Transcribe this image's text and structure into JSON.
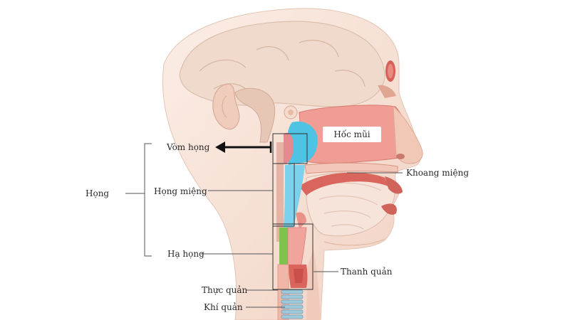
{
  "labels": {
    "pharynx": "Họng",
    "nasopharynx": "Vòm họng",
    "oropharynx": "Họng miệng",
    "hypopharynx": "Hạ họng",
    "nasal_cavity": "Hốc mũi",
    "oral_cavity": "Khoang miệng",
    "larynx": "Thanh quản",
    "esophagus": "Thực quản",
    "trachea": "Khí quản"
  },
  "colors": {
    "skin": "#f3d7c8",
    "skin_dark": "#e8b9a6",
    "brain": "#ecd6c6",
    "tissue_pink": "#ef9a93",
    "tissue_red": "#d9655c",
    "nasopharynx_blue": "#4ec3e3",
    "oropharynx_blue": "#7cd2ec",
    "green": "#7fc24d",
    "label_line": "#555555",
    "arrow": "#111111"
  }
}
